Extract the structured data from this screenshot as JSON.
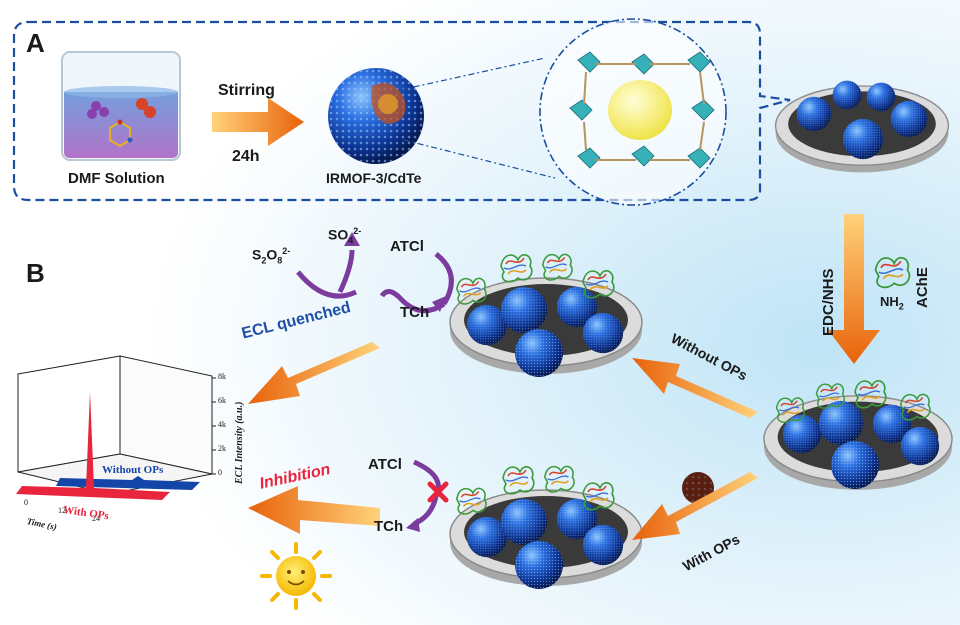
{
  "panel_a": {
    "label": "A",
    "beaker_caption": "DMF Solution",
    "step_top": "Stirring",
    "step_bottom": "24h",
    "product_caption": "IRMOF-3/CdTe"
  },
  "panel_b": {
    "label": "B",
    "reagent_left": "EDC/NHS",
    "enzyme_name": "AChE",
    "nh2_base": "NH",
    "nh2_sub": "2",
    "top_branch": {
      "persulfate_base": "S",
      "persulfate_sub1": "2",
      "persulfate_mid": "O",
      "persulfate_sub2": "8",
      "persulfate_sup": "2-",
      "sulfate_base": "SO",
      "sulfate_sub": "4",
      "sulfate_sup": "2-",
      "atci": "ATCl",
      "tch": "TCh",
      "result": "ECL quenched",
      "route": "Without OPs"
    },
    "bottom_branch": {
      "atci": "ATCl",
      "tch": "TCh",
      "result": "Inhibition",
      "route": "With OPs"
    }
  },
  "chart_inset": {
    "y_axis_label": "ECL Intensity (a.u.)",
    "x_axis_label": "Time (s)",
    "y_ticks": [
      "0",
      "2k",
      "4k",
      "6k",
      "8k"
    ],
    "x_ticks": [
      "0",
      "12",
      "24"
    ],
    "series_without": "Without OPs",
    "series_with": "With OPs"
  },
  "colors": {
    "arrow_orange": "#e8620a",
    "purple_arrow": "#7b3c9e",
    "ecl_text": "#1f4fa6",
    "inhibition_text": "#e8253c",
    "with_ops_series": "#e8253c",
    "without_ops_series": "#1346a8",
    "dashed_frame": "#1a4fa0"
  }
}
